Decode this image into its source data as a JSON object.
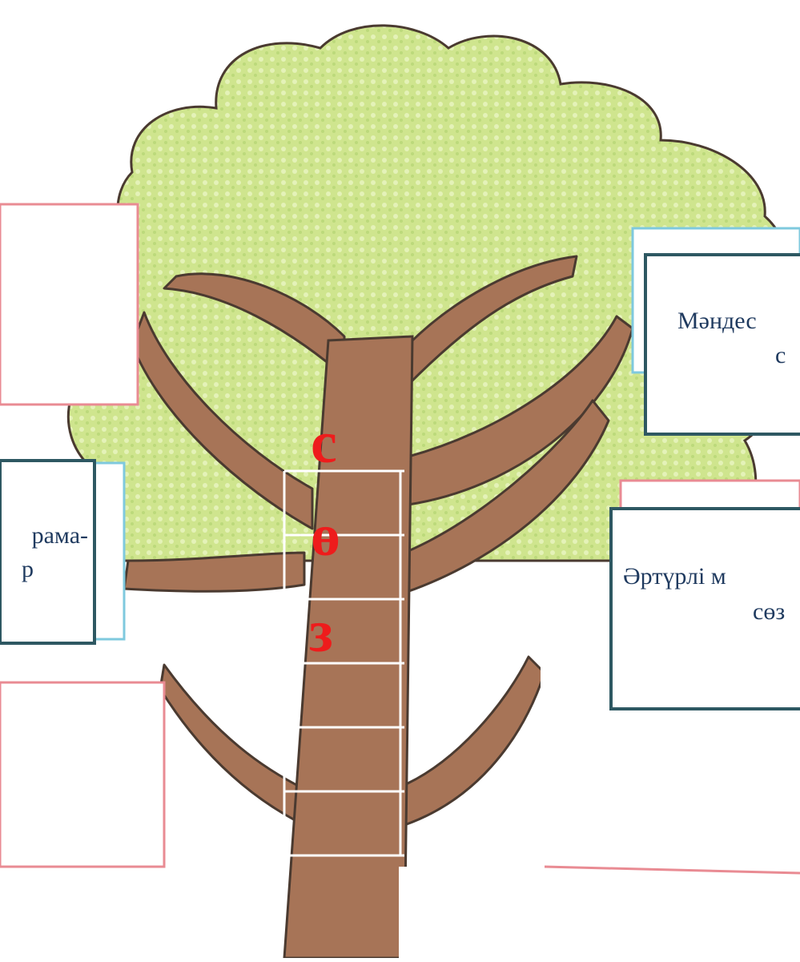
{
  "diagram": {
    "trunk_letters": [
      "с",
      "ө",
      "з"
    ],
    "boxes": {
      "top_right": {
        "line1": "Мәндес",
        "line2": "с"
      },
      "mid_right": {
        "line1": "Әртүрлі м",
        "line2": "сөз"
      },
      "mid_left": {
        "line1": "рама-",
        "line2": "р"
      }
    }
  },
  "colors": {
    "foliage": "#cfe58e",
    "foliage_light": "#e4f2b8",
    "trunk": "#a77457",
    "outline": "#4a3a30",
    "box_border": "#2e5862",
    "letter": "#ee1c1c",
    "text": "#1f3a5f"
  }
}
